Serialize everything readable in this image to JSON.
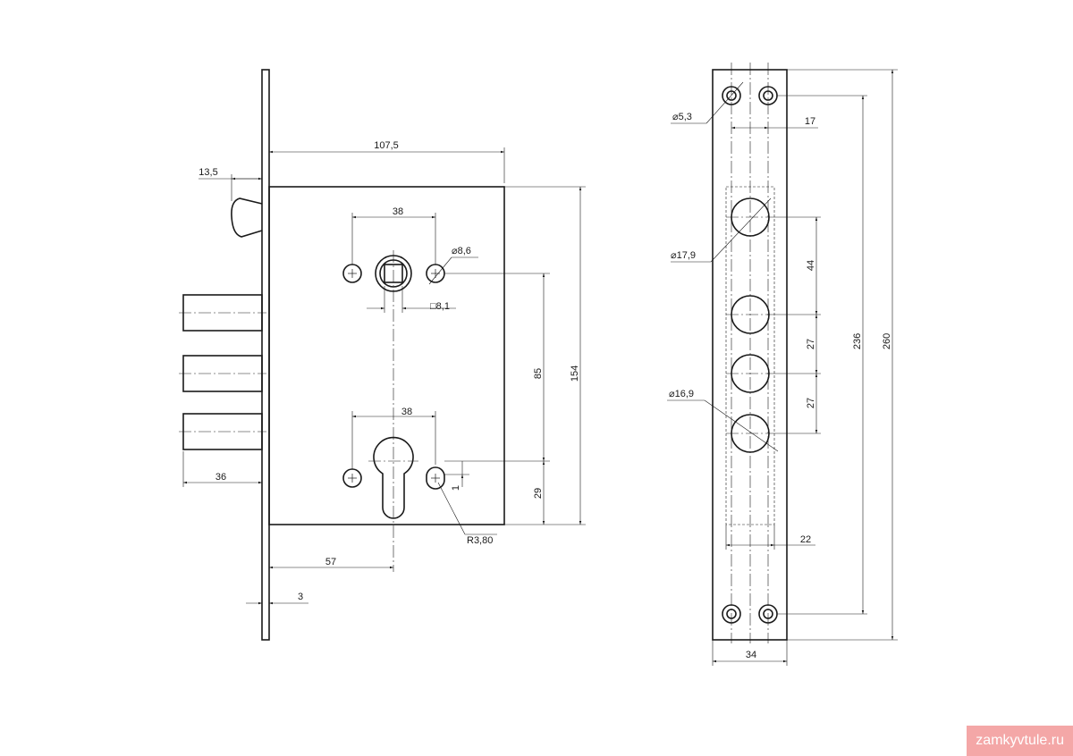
{
  "dimensions": {
    "front": {
      "backset_width": "107,5",
      "latch_projection": "13,5",
      "spindle_spacing_top": "38",
      "screw_hole_dia": "⌀8,6",
      "spindle_square": "□8,1",
      "spindle_to_cylinder": "85",
      "case_height": "154",
      "cylinder_spacing": "38",
      "cylinder_from_bottom": "29",
      "offset_small": "1",
      "bolt_projection": "36",
      "cylinder_radius": "R3,80",
      "backset": "57",
      "faceplate_thickness": "3"
    },
    "side": {
      "screw_hole_dia": "⌀5,3",
      "screw_spacing": "17",
      "bolt_hole_large": "⌀17,9",
      "bolt_pitch_1": "44",
      "bolt_pitch_2": "27",
      "bolt_pitch_3": "27",
      "bolt_hole_small": "⌀16,9",
      "holes_spacing": "236",
      "faceplate_length": "260",
      "slot_offset": "22",
      "faceplate_width": "34"
    }
  },
  "watermark": "zamkyvtule.ru"
}
